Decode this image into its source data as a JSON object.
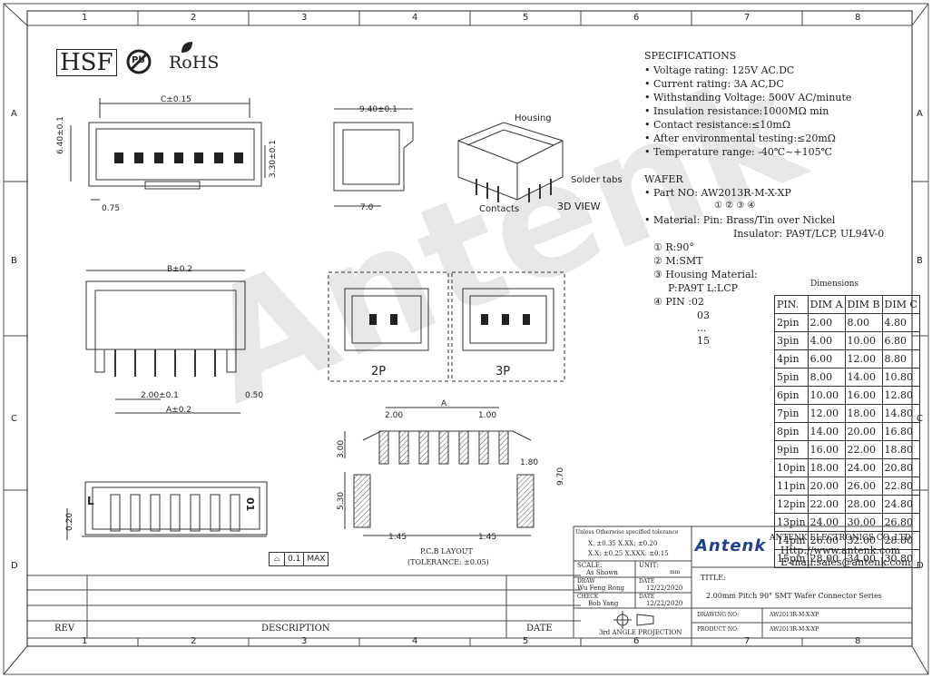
{
  "frame": {
    "columns": [
      "1",
      "2",
      "3",
      "4",
      "5",
      "6",
      "7",
      "8"
    ],
    "rows": [
      "A",
      "B",
      "C",
      "D"
    ]
  },
  "logos": {
    "hsf": "HSF",
    "pb": "Pb",
    "rohs": "RoHS"
  },
  "watermark": "Antenk",
  "specs": {
    "title": "SPECIFICATIONS",
    "items": [
      "• Voltage rating: 125V AC.DC",
      "• Current rating: 3A AC,DC",
      "• Withstanding Voltage: 500V AC/minute",
      "• Insulation resistance:1000MΩ  min",
      "• Contact resistance:≤10mΩ",
      "• After environmental testing:≤20mΩ",
      "• Temperature range: -40℃~+105℃"
    ],
    "wafer_title": "WAFER",
    "part_no": "• Part NO: AW2013R-M-X-XP",
    "part_marks": "① ② ③ ④",
    "material": "• Material: Pin: Brass/Tin over Nickel",
    "insulator": "Insulator: PA9T/LCP, UL94V-0",
    "codes": [
      "① R:90°",
      "② M:SMT",
      "③ Housing Material:",
      "P:PA9T L:LCP",
      "④ PIN :02"
    ],
    "pin_list": [
      "03",
      "...",
      "15"
    ]
  },
  "dimensions": {
    "title": "Dimensions",
    "headers": [
      "PIN.",
      "DIM A",
      "DIM B",
      "DIM C"
    ],
    "rows": [
      [
        "2pin",
        "2.00",
        "8.00",
        "4.80"
      ],
      [
        "3pin",
        "4.00",
        "10.00",
        "6.80"
      ],
      [
        "4pin",
        "6.00",
        "12.00",
        "8.80"
      ],
      [
        "5pin",
        "8.00",
        "14.00",
        "10.80"
      ],
      [
        "6pin",
        "10.00",
        "16.00",
        "12.80"
      ],
      [
        "7pin",
        "12.00",
        "18.00",
        "14.80"
      ],
      [
        "8pin",
        "14.00",
        "20.00",
        "16.80"
      ],
      [
        "9pin",
        "16.00",
        "22.00",
        "18.80"
      ],
      [
        "10pin",
        "18.00",
        "24.00",
        "20.80"
      ],
      [
        "11pin",
        "20.00",
        "26.00",
        "22.80"
      ],
      [
        "12pin",
        "22.00",
        "28.00",
        "24.80"
      ],
      [
        "13pin",
        "24.00",
        "30.00",
        "26.80"
      ],
      [
        "14pin",
        "26.00",
        "32.00",
        "28.80"
      ],
      [
        "15pin",
        "28.00",
        "34.00",
        "30.80"
      ]
    ]
  },
  "drawing_labels": {
    "c_dim": "C±0.15",
    "h_640": "6.40±0.1",
    "h_330": "3.30±0.1",
    "d_075": "0.75",
    "d_940": "9.40±0.1",
    "d_70": "7.0",
    "housing": "Housing",
    "solder_tabs": "Solder tabs",
    "contacts": "Contacts",
    "view3d": "3D VIEW",
    "b_dim": "B±0.2",
    "pitch": "2.00±0.1",
    "d_050": "0.50",
    "a_dim": "A±0.2",
    "p2": "2P",
    "p3": "3P",
    "pcb_a": "A",
    "pcb_200": "2.00",
    "pcb_100": "1.00",
    "pcb_300": "3.00",
    "pcb_180": "1.80",
    "pcb_970": "9.70",
    "pcb_530": "5.30",
    "pcb_145a": "1.45",
    "pcb_145b": "1.45",
    "pcb_title": "P.C.B LAYOUT",
    "pcb_tol": "(TOLERANCE: ±0.05)",
    "d_020": "0.20",
    "flat": "0.1",
    "max": "MAX",
    "mark_l": "L",
    "mark_01": "01"
  },
  "title_block": {
    "tolerance": "Unless Otherwise specified tolerance",
    "tol1": "X. ±0.35   X.XX: ±0.20",
    "tol2": "X.X: ±0.25  X.XXX: ±0.15",
    "scale_label": "SCALE:",
    "scale": "As Shown",
    "unit_label": "UNIT:",
    "unit": "mm",
    "draw_label": "DRAW",
    "draw_name": "Wu Feng Rong",
    "date_label": "DATE",
    "draw_date": "12/22/2020",
    "check_label": "CHECK",
    "check_name": "Bob Yang",
    "check_date": "12/22/2020",
    "projection": "3rd ANGLE PROJECTION",
    "company": "ANTENK ELECTRONICS CO.,LTD",
    "http": "Http://www.antenk.com",
    "email": "E-mail:sales@antenk.com",
    "brand": "Antenk",
    "title_label": "TITLE:",
    "title": "2.00mm Pitch 90° SMT Wafer Connector Series",
    "drawing_no_label": "DRAWING NO:",
    "drawing_no": "AW2013R-M-X-XP",
    "product_no_label": "PRODUCT NO:",
    "product_no": "AW2013R-M-X-XP"
  },
  "revision": {
    "rev": "REV",
    "description": "DESCRIPTION",
    "date": "DATE"
  }
}
